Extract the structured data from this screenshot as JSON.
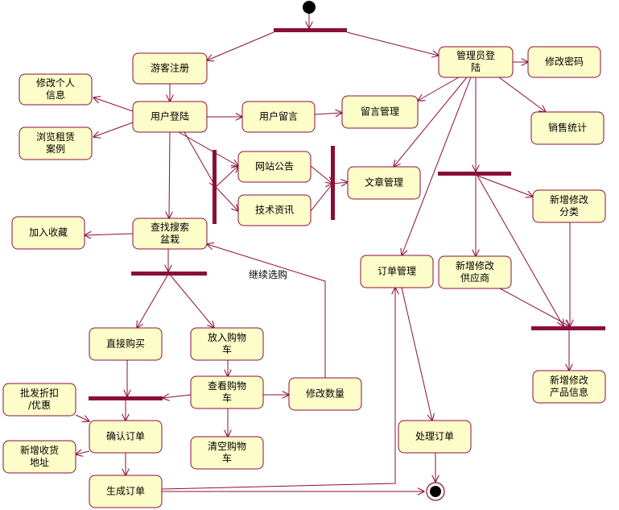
{
  "colors": {
    "node_fill": "#fdfdc9",
    "stroke": "#8b0d3a",
    "bar": "#8b0d3a",
    "text": "#000000"
  },
  "nodes": [
    {
      "id": "guest_register",
      "lines": [
        "游客注册"
      ]
    },
    {
      "id": "admin_login",
      "lines": [
        "管理员登",
        "陆"
      ]
    },
    {
      "id": "change_password",
      "lines": [
        "修改密码"
      ]
    },
    {
      "id": "edit_profile",
      "lines": [
        "修改个人",
        "信息"
      ]
    },
    {
      "id": "user_login",
      "lines": [
        "用户登陆"
      ]
    },
    {
      "id": "user_message",
      "lines": [
        "用户留言"
      ]
    },
    {
      "id": "message_manage",
      "lines": [
        "留言管理"
      ]
    },
    {
      "id": "sales_stats",
      "lines": [
        "销售统计"
      ]
    },
    {
      "id": "browse_cases",
      "lines": [
        "浏览租赁",
        "案例"
      ]
    },
    {
      "id": "site_notice",
      "lines": [
        "网站公告"
      ]
    },
    {
      "id": "tech_info",
      "lines": [
        "技术资讯"
      ]
    },
    {
      "id": "article_manage",
      "lines": [
        "文章管理"
      ]
    },
    {
      "id": "category_edit",
      "lines": [
        "新增修改",
        "分类"
      ]
    },
    {
      "id": "add_favorite",
      "lines": [
        "加入收藏"
      ]
    },
    {
      "id": "search_bonsai",
      "lines": [
        "查找搜索",
        "盆栽"
      ]
    },
    {
      "id": "order_manage",
      "lines": [
        "订单管理"
      ]
    },
    {
      "id": "supplier_edit",
      "lines": [
        "新增修改",
        "供应商"
      ]
    },
    {
      "id": "buy_now",
      "lines": [
        "直接购买"
      ]
    },
    {
      "id": "add_to_cart",
      "lines": [
        "放入购物",
        "车"
      ]
    },
    {
      "id": "view_cart",
      "lines": [
        "查看购物",
        "车"
      ]
    },
    {
      "id": "change_qty",
      "lines": [
        "修改数量"
      ]
    },
    {
      "id": "product_edit",
      "lines": [
        "新增修改",
        "产品信息"
      ]
    },
    {
      "id": "wholesale_discount",
      "lines": [
        "批发折扣",
        "/优惠"
      ]
    },
    {
      "id": "confirm_order",
      "lines": [
        "确认订单"
      ]
    },
    {
      "id": "process_order",
      "lines": [
        "处理订单"
      ]
    },
    {
      "id": "add_address",
      "lines": [
        "新增收货",
        "地址"
      ]
    },
    {
      "id": "clear_cart",
      "lines": [
        "清空购物",
        "车"
      ]
    },
    {
      "id": "generate_order",
      "lines": [
        "生成订单"
      ]
    }
  ],
  "edge_labels": [
    {
      "id": "continue_shopping",
      "text": "继续选购"
    }
  ]
}
